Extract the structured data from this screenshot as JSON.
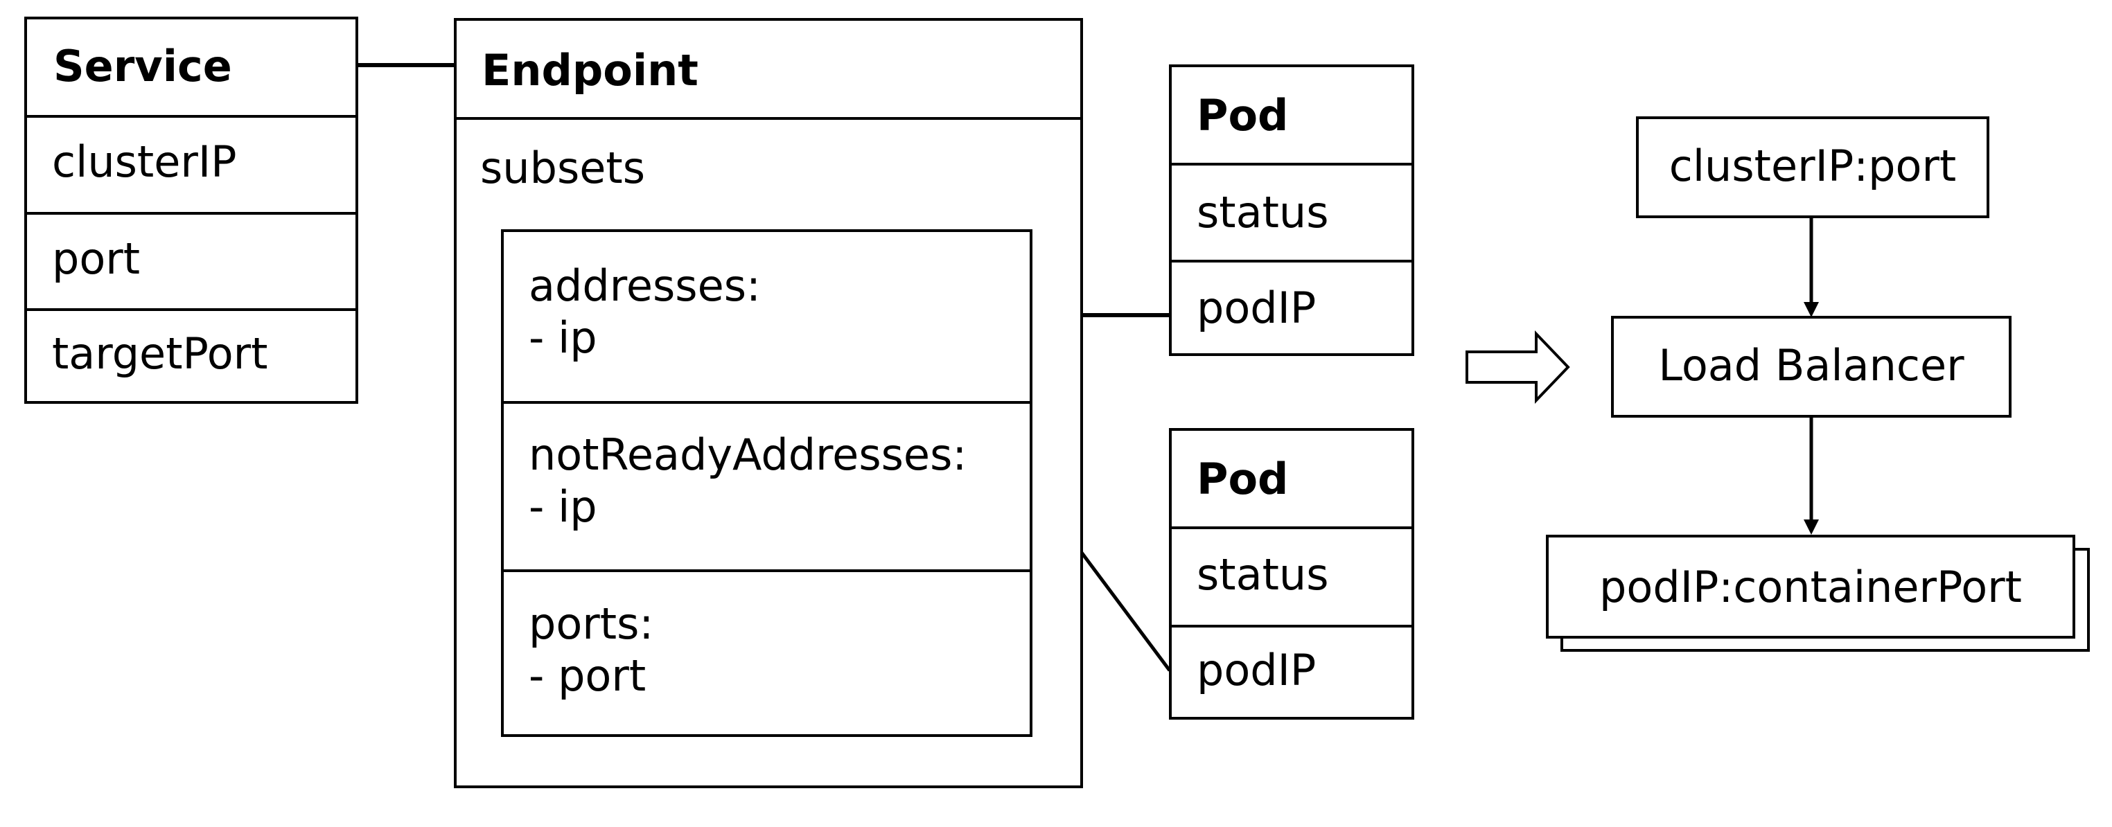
{
  "service": {
    "title": "Service",
    "fields": [
      "clusterIP",
      "port",
      "targetPort"
    ]
  },
  "endpoint": {
    "title": "Endpoint",
    "subsets_label": "subsets",
    "sections": [
      {
        "line1": "addresses:",
        "line2": "- ip"
      },
      {
        "line1": "notReadyAddresses:",
        "line2": "- ip"
      },
      {
        "line1": "ports:",
        "line2": "- port"
      }
    ]
  },
  "pods": [
    {
      "title": "Pod",
      "fields": [
        "status",
        "podIP"
      ]
    },
    {
      "title": "Pod",
      "fields": [
        "status",
        "podIP"
      ]
    }
  ],
  "flow": {
    "top": "clusterIP:port",
    "middle": "Load Balancer",
    "bottom": "podIP:containerPort"
  }
}
